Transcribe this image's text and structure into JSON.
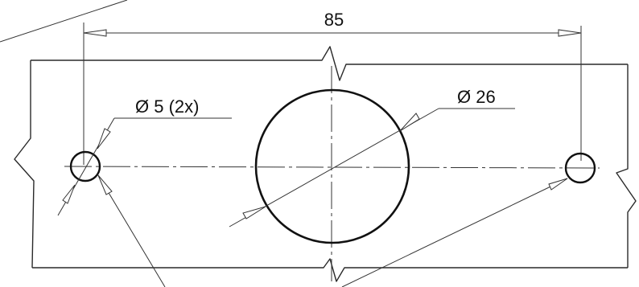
{
  "dimensions": {
    "hole_spacing": "85",
    "small_hole_label": "Ø 5 (2x)",
    "large_hole_label": "Ø 26"
  }
}
